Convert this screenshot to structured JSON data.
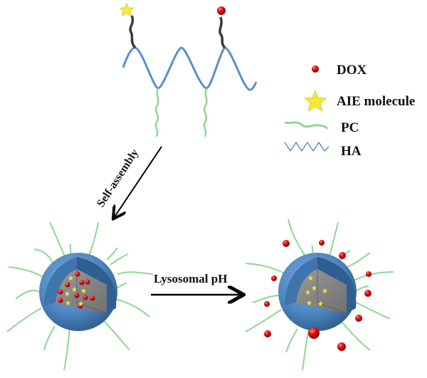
{
  "legend": {
    "items": [
      {
        "label": "DOX",
        "icon": "red-sphere-icon"
      },
      {
        "label": "AIE molecule",
        "icon": "yellow-star-icon"
      },
      {
        "label": "PC",
        "icon": "green-chain-icon"
      },
      {
        "label": "HA",
        "icon": "blue-wave-icon"
      }
    ]
  },
  "steps": {
    "self_assembly": "Self-assembly",
    "lysosomal": "Lysosomal pH"
  },
  "colors": {
    "ha_blue": "#5b8fc7",
    "pc_green": "#8fd694",
    "linker_gray": "#3a3a3a",
    "dox_red": "#e01010",
    "aie_yellow": "#f4e83a",
    "sphere_blue": "#4f86c0",
    "core_gray": "#8a8a8a"
  }
}
